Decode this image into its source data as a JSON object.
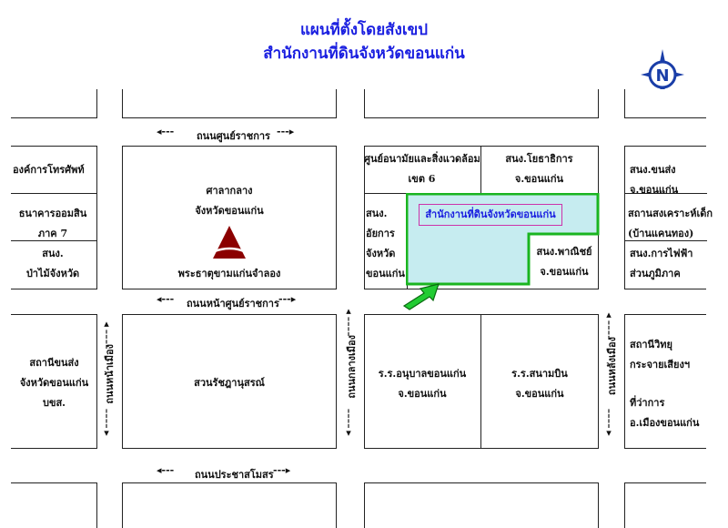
{
  "header": {
    "title_line1": "แผนที่ตั้งโดยสังเขป",
    "title_line2": "สำนักงานที่ดินจังหวัดขอนแก่น"
  },
  "roads": {
    "top": "ถนนศูนย์ราชการ",
    "middle": "ถนนหน้าศูนย์ราชการ",
    "bottom": "ถนนประชาสโมสร",
    "left_vertical": "ถนนหน้าเมือง",
    "center_vertical": "ถนนกลางเมือง",
    "right_vertical": "ถนนหลังเมือง"
  },
  "places": {
    "telecom": "องค์การโทรศัพท์",
    "gsb": [
      "ธนาคารออมสิน",
      "ภาค 7"
    ],
    "forest_office": [
      "สนง.",
      "ป่าไม้จังหวัด"
    ],
    "city_hall": [
      "ศาลากลาง",
      "จังหวัดขอนแก่น"
    ],
    "monument": "พระธาตุขามแก่นจำลอง",
    "health_center": [
      "ศูนย์อนามัยและสิ่งแวดล้อม",
      "เขต 6"
    ],
    "public_works": [
      "สนง.โยธาธิการ",
      "จ.ขอนแก่น"
    ],
    "excise": [
      "สนง.",
      "อัยการ",
      "จังหวัด",
      "ขอนแก่น"
    ],
    "land_office": "สำนักงานที่ดินจังหวัดขอนแก่น",
    "commerce": [
      "สนง.พาณิชย์",
      "จ.ขอนแก่น"
    ],
    "transport": [
      "สนง.ขนส่ง",
      "จ.ขอนแก่น"
    ],
    "orphanage": [
      "สถานสงเคราะห์เด็ก",
      "(บ้านแคนทอง)"
    ],
    "electricity": [
      "สนง.การไฟฟ้า",
      "ส่วนภูมิภาค"
    ],
    "transport_station": [
      "สถานีขนส่ง",
      "จังหวัดขอนแก่น",
      "บขส."
    ],
    "park": "สวนรัชฎานุสรณ์",
    "kindergarten": [
      "ร.ร.อนุบาลขอนแก่น",
      "จ.ขอนแก่น"
    ],
    "sanambin_school": [
      "ร.ร.สนามบิน",
      "จ.ขอนแก่น"
    ],
    "radio": [
      "สถานีวิทยุ",
      "กระจายเสียงฯ"
    ],
    "district_office": [
      "ที่ว่าการ",
      "อ.เมืองขอนแก่น"
    ]
  },
  "compass": {
    "letter": "N"
  },
  "colors": {
    "title": "#1a1fe0",
    "land_office_fill": "#c6ecf0",
    "land_office_border": "#1ab520",
    "label_border": "#cc33aa",
    "monument": "#8b0000",
    "arrow": "#22cc33"
  }
}
